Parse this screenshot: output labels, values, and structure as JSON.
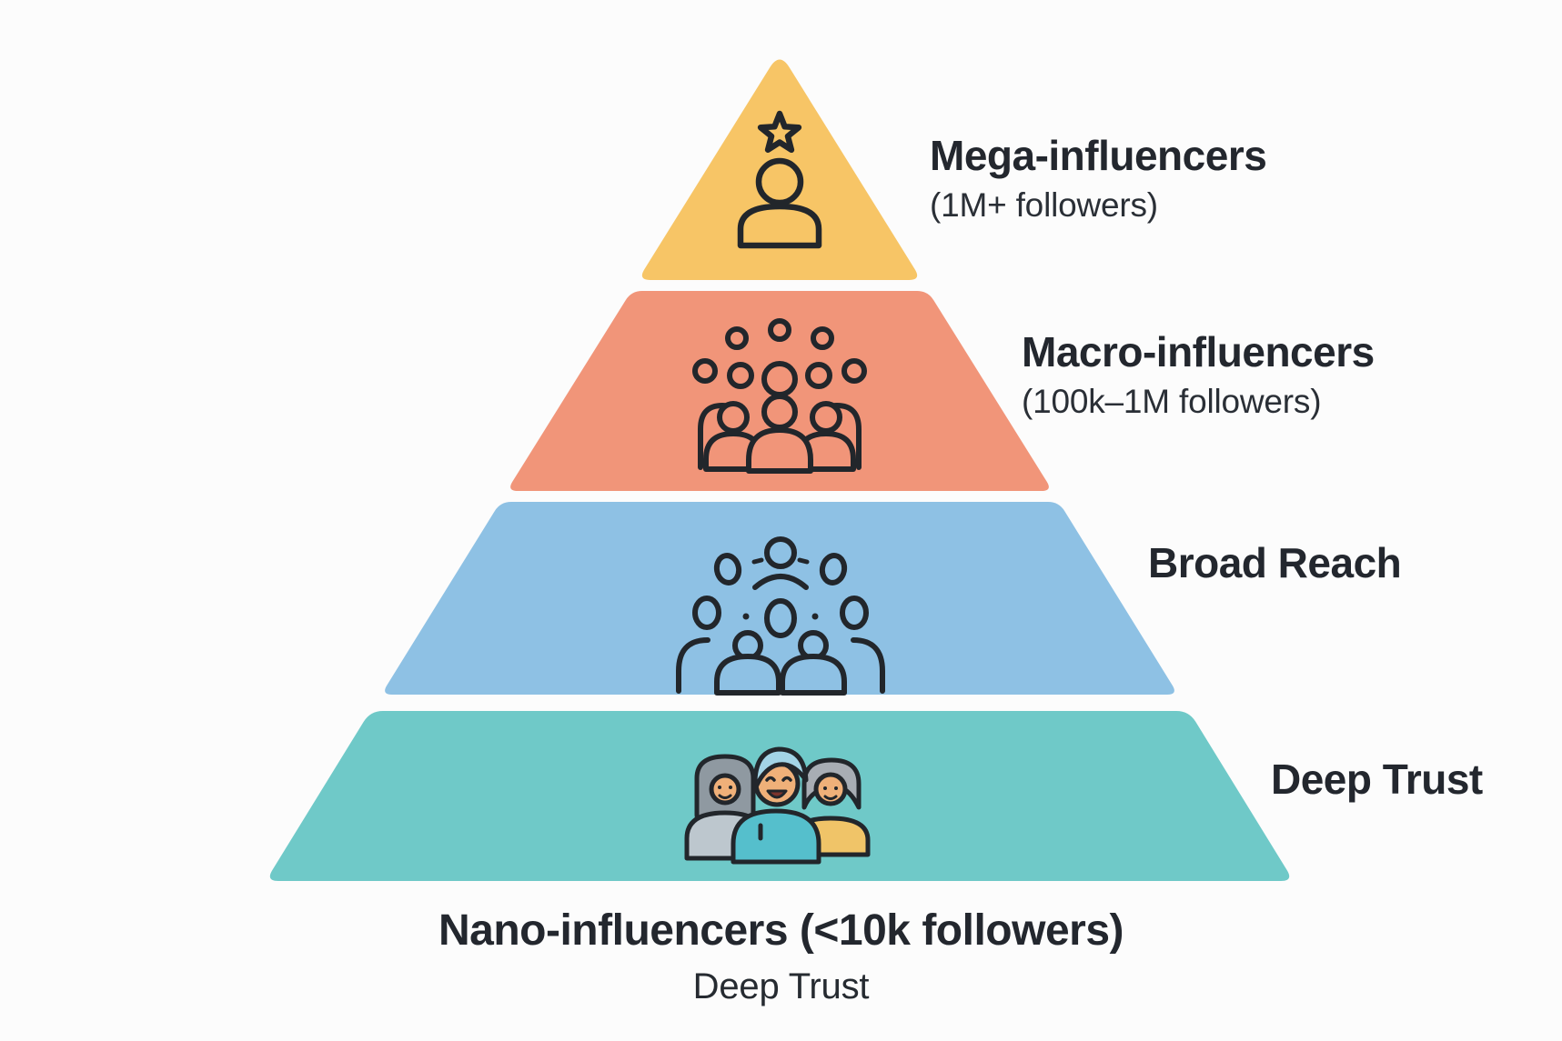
{
  "pyramid": {
    "tiers": [
      {
        "id": "mega",
        "label": "Mega-influencers",
        "sublabel": "(1M+ followers)",
        "color": "#F7C566",
        "icon": "star-person-icon"
      },
      {
        "id": "macro",
        "label": "Macro-influencers",
        "sublabel": "(100k–1M followers)",
        "color": "#F19579",
        "icon": "crowd-icon"
      },
      {
        "id": "broad-reach",
        "label": "Broad Reach",
        "sublabel": "",
        "color": "#8EC1E4",
        "icon": "network-group-icon"
      },
      {
        "id": "deep-trust",
        "label": "Deep Trust",
        "sublabel": "",
        "color": "#6FC9C8",
        "icon": "community-people-icon"
      }
    ]
  },
  "footer": {
    "title": "Nano-influencers (<10k followers)",
    "subtitle": "Deep Trust"
  },
  "colors": {
    "background": "#FCFCFC",
    "text": "#23272E",
    "outline": "#22262B",
    "skin": "#EFB079",
    "hair_gray_left": "#8F99A1",
    "hair_gray_right": "#A8ADB4",
    "hair_blue": "#A3D4E6",
    "shirt_teal": "#55BFCC",
    "shirt_yellow": "#F0C468",
    "shirt_gray": "#BDC7CE",
    "mouth": "#7C342C"
  }
}
